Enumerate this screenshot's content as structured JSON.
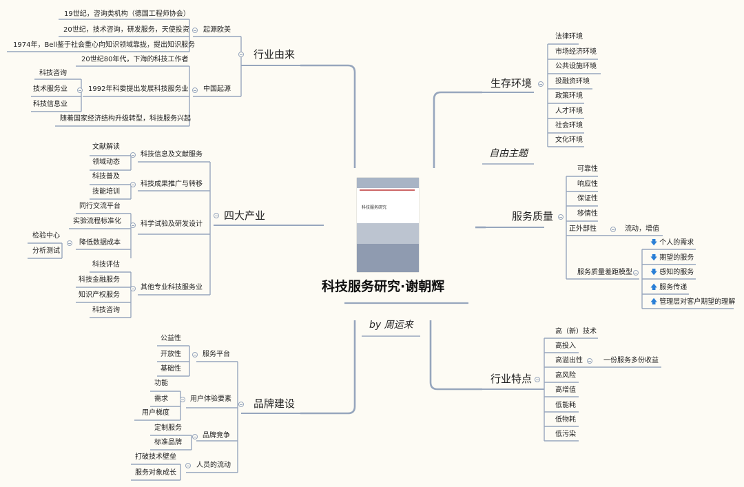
{
  "root": {
    "title": "科技服务研究·谢朝辉",
    "book_title": "科技服务研究"
  },
  "free_topic": "自由主题",
  "author_note": "by 周运来",
  "origin": {
    "title": "行业由来",
    "europe": {
      "label": "起源欧美",
      "items": [
        "19世纪，咨询类机构（德国工程师协会）",
        "20世纪，技术咨询，研发服务，天使投资",
        "1974年，Bell鉴于社会重心向知识领域靠拢，提出知识服务"
      ]
    },
    "china": {
      "label": "中国起源",
      "item1": "20世纪80年代，下海的科技工作者",
      "item2": "1992年科委提出发展科技服务业",
      "item2_children": [
        "科技咨询",
        "技术服务业",
        "科技信息业"
      ],
      "item3": "随着国家经济结构升级转型，科技服务兴起"
    }
  },
  "four": {
    "title": "四大产业",
    "info": {
      "label": "科技信息及文献服务",
      "items": [
        "文献解读",
        "领域动态"
      ]
    },
    "promo": {
      "label": "科技成果推广与转移",
      "items": [
        "科技普及",
        "技能培训"
      ]
    },
    "sci": {
      "label": "科学试验及研发设计",
      "items": [
        "同行交流平台",
        "实验流程标准化",
        "降低数据成本"
      ],
      "cost_children": [
        "检验中心",
        "分析测试"
      ]
    },
    "other": {
      "label": "其他专业科技服务业",
      "items": [
        "科技评估",
        "科技金融服务",
        "知识产权服务",
        "科技咨询"
      ]
    }
  },
  "brand": {
    "title": "品牌建设",
    "platform": {
      "label": "服务平台",
      "items": [
        "公益性",
        "开放性",
        "基础性"
      ]
    },
    "ux": {
      "label": "用户体验要素",
      "items": [
        "功能",
        "需求",
        "用户梯度"
      ]
    },
    "compete": {
      "label": "品牌竞争",
      "items": [
        "定制服务",
        "标准品牌"
      ]
    },
    "flow": {
      "label": "人员的流动",
      "items": [
        "打破技术壁垒",
        "服务对象成长"
      ]
    }
  },
  "env": {
    "title": "生存环境",
    "items": [
      "法律环境",
      "市场经济环境",
      "公共设施环境",
      "投融资环境",
      "政策环境",
      "人才环境",
      "社会环境",
      "文化环境"
    ]
  },
  "quality": {
    "title": "服务质量",
    "items": [
      "可靠性",
      "响应性",
      "保证性",
      "移情性"
    ],
    "external": {
      "label": "正外部性",
      "child": "流动，增值"
    },
    "gap": {
      "label": "服务质量差距模型",
      "items": [
        "个人的需求",
        "期望的服务",
        "感知的服务",
        "服务传递",
        "管理层对客户期望的理解"
      ],
      "arrows": [
        "down",
        "down",
        "down",
        "up",
        "up"
      ]
    }
  },
  "features": {
    "title": "行业特点",
    "items": [
      "高（新）技术",
      "高投入",
      "高溢出性",
      "高风险",
      "高增值",
      "低能耗",
      "低物耗",
      "低污染"
    ],
    "spill_child": "一份服务多份收益"
  },
  "colors": {
    "line": "#97a6bd",
    "bg": "#fdfbf4",
    "arrow": "#2a7fd6"
  }
}
